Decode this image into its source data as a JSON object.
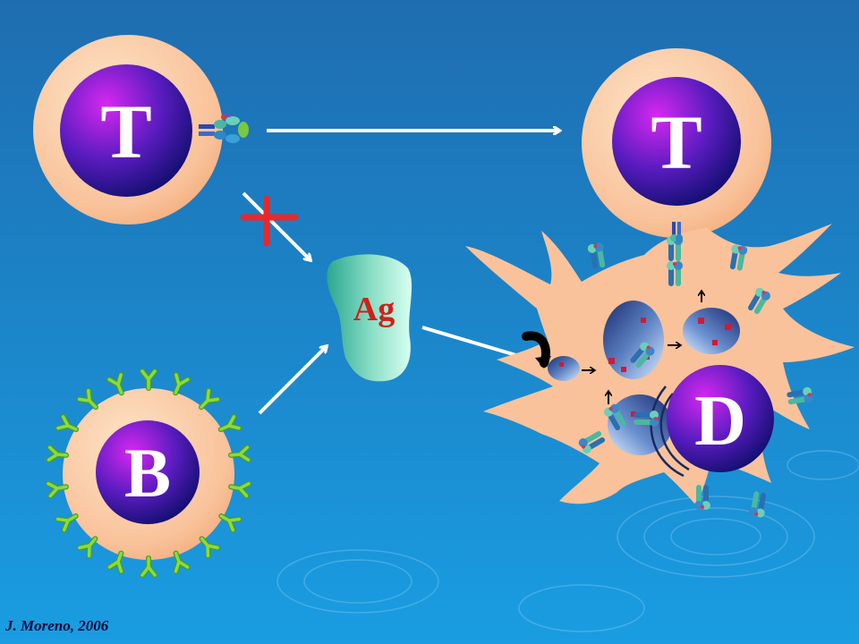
{
  "labels": {
    "t_cell_left": "T",
    "t_cell_right": "T",
    "b_cell": "B",
    "antigen": "Ag",
    "dendritic_cell": "D"
  },
  "credit": "J. Moreno, 2006",
  "colors": {
    "background_top": "#1e6fb0",
    "background_bottom": "#1a9be0",
    "cell_body": "#f9c8a0",
    "nucleus_light": "#cc22ee",
    "nucleus_dark": "#14127a",
    "antigen_light": "#b8f0dc",
    "antigen_dark": "#2aa890",
    "antigen_text": "#d0201a",
    "blocked_mark": "#e8282a",
    "arrow": "#ffffff"
  }
}
